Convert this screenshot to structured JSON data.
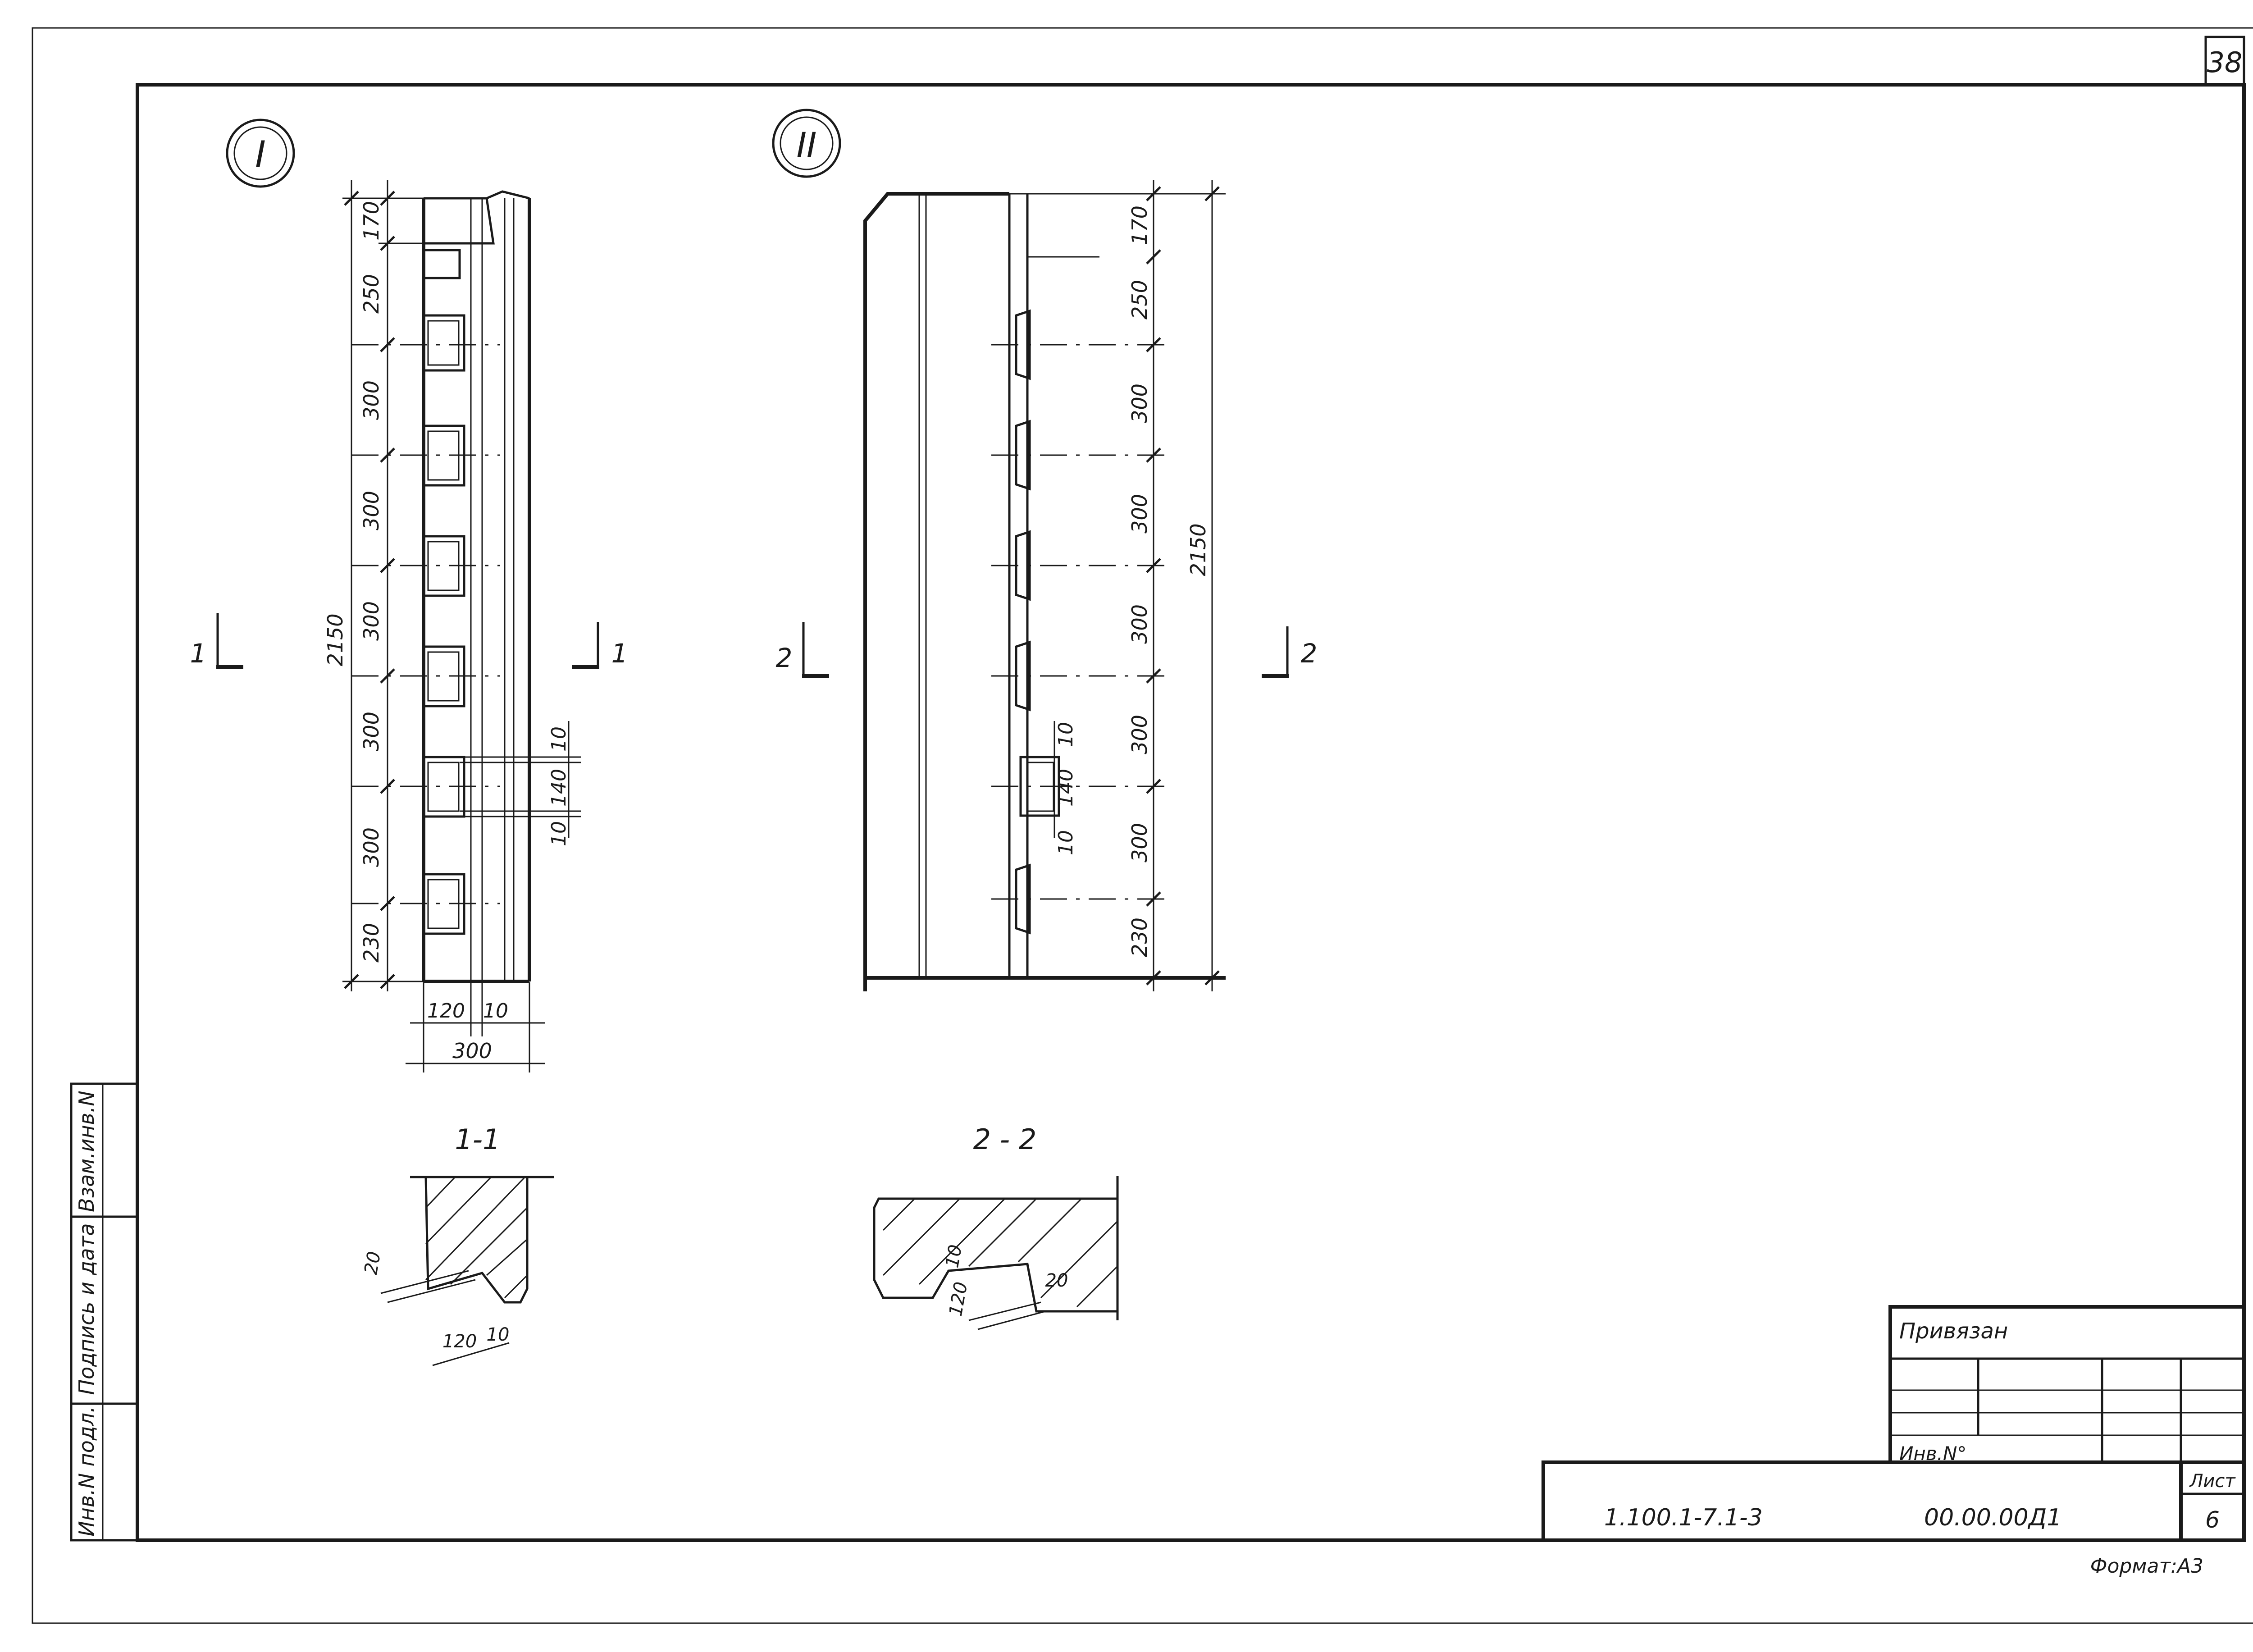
{
  "sheet_number_top": "38",
  "view1": {
    "marker": "I",
    "section_label_left": "1",
    "section_label_right": "1",
    "dim_chain": [
      "170",
      "250",
      "300",
      "300",
      "300",
      "300",
      "300",
      "230"
    ],
    "overall": "2150",
    "detail_dims": [
      "10",
      "140",
      "10"
    ],
    "bottom_dims": [
      "120",
      "10"
    ],
    "bottom_overall": "300"
  },
  "view2": {
    "marker": "II",
    "section_label_left": "2",
    "section_label_right": "2",
    "dim_chain": [
      "170",
      "250",
      "300",
      "300",
      "300",
      "300",
      "300",
      "230"
    ],
    "overall": "2150",
    "detail_dims": [
      "10",
      "140",
      "10"
    ]
  },
  "section1": {
    "title": "1-1",
    "dims": [
      "20",
      "120",
      "10"
    ]
  },
  "section2": {
    "title": "2 - 2",
    "dims": [
      "10",
      "120",
      "20"
    ]
  },
  "side_stamp": {
    "cells": [
      "Взам.инв.N",
      "Подпись и дата",
      "Инв.N подл."
    ]
  },
  "title_block": {
    "privyazan": "Привязан",
    "inv_no": "Инв.N°",
    "code": "1.100.1-7.1-3",
    "designation": "00.00.00Д1",
    "sheet_label": "Лист",
    "sheet_value": "6",
    "format": "Формат:A3"
  }
}
